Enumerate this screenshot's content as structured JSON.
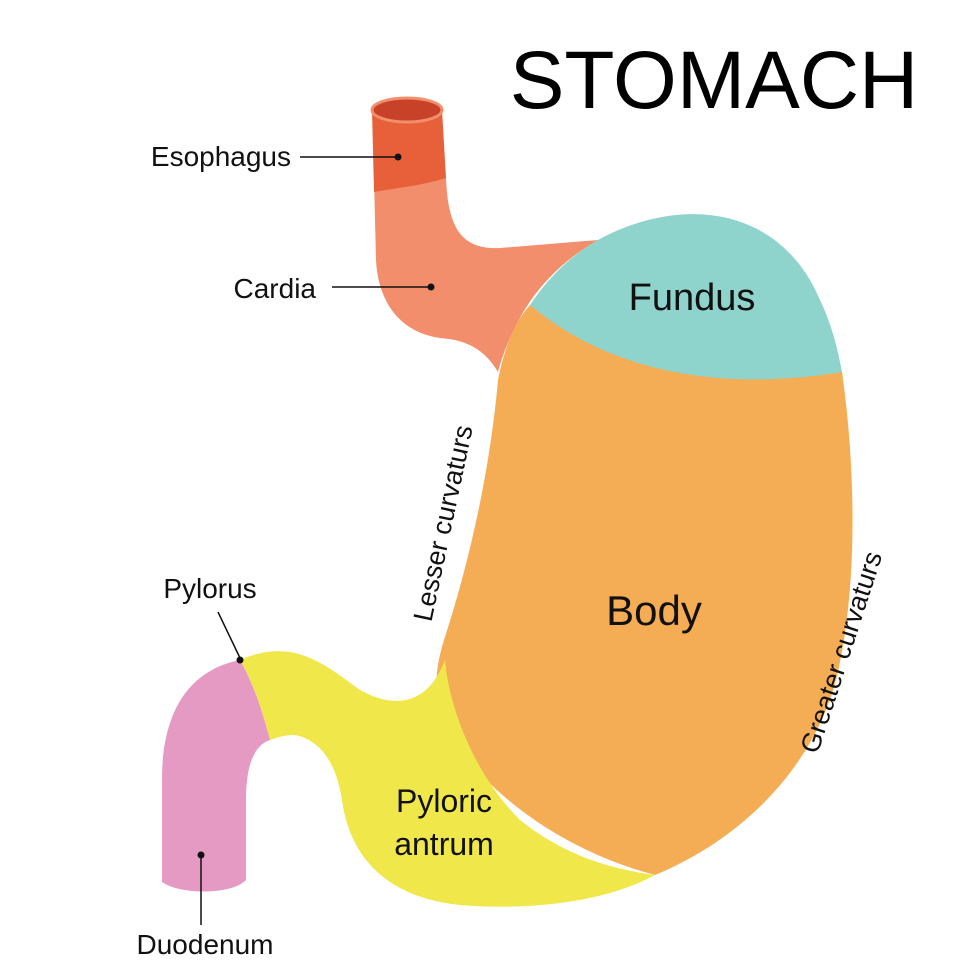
{
  "title": "STOMACH",
  "labels": {
    "esophagus": "Esophagus",
    "cardia": "Cardia",
    "fundus": "Fundus",
    "body": "Body",
    "lesser_curvature": "Lesser curvaturs",
    "greater_curvature": "Greater curvaturs",
    "pylorus": "Pylorus",
    "pyloric_line1": "Pyloric",
    "pyloric_line2": "antrum",
    "duodenum": "Duodenum"
  },
  "colors": {
    "esophagus": "#e8603a",
    "esophagus_rim": "#c8422a",
    "cardia": "#f28e6b",
    "fundus": "#8fd3cd",
    "body": "#f5ad55",
    "pyloric_antrum": "#f0e84a",
    "duodenum": "#e59ac4",
    "leader_line": "#111111"
  }
}
